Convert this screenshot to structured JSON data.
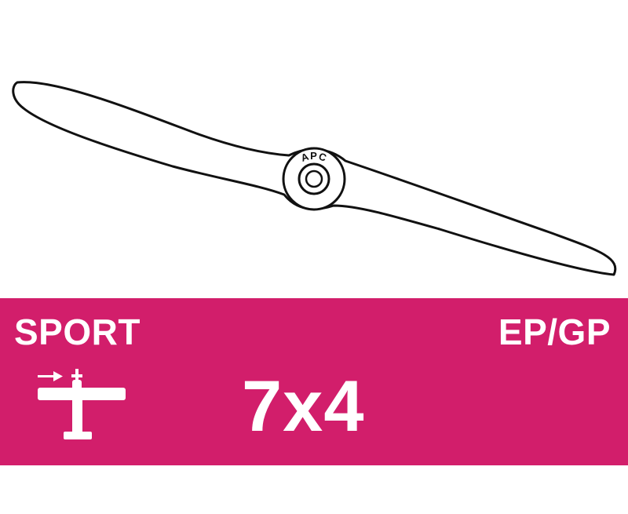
{
  "product": {
    "brand_label": "APC",
    "category": "SPORT",
    "motor_type": "EP/GP",
    "size": "7x4"
  },
  "colors": {
    "band": "#d21e6b",
    "text": "#ffffff",
    "outline": "#111111"
  },
  "icons": {
    "propeller": "propeller-outline-icon",
    "airplane": "airplane-icon",
    "direction_arrow": "arrow-right-icon"
  }
}
